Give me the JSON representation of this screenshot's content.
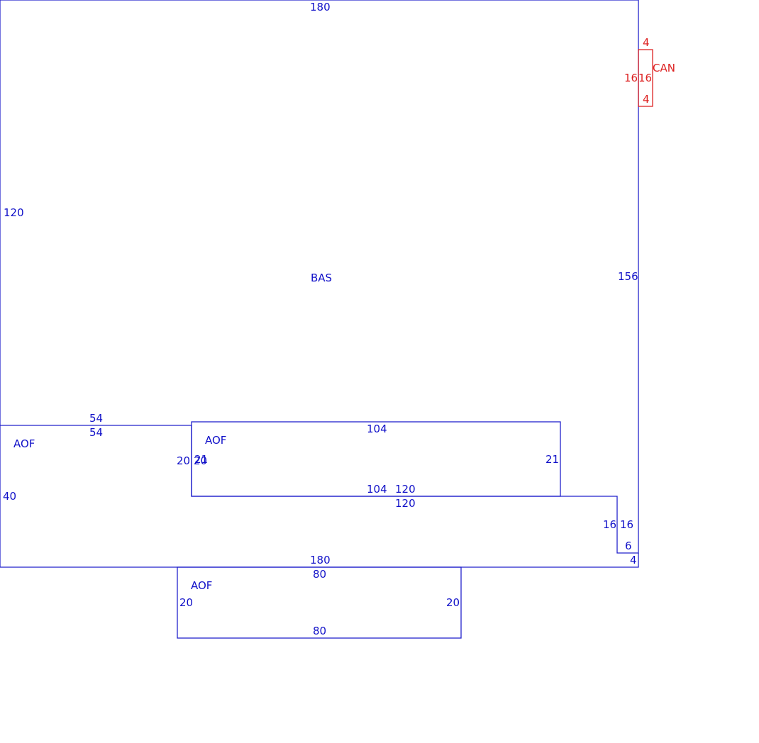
{
  "colors": {
    "main": "#1010c8",
    "main_line": "#2222cc",
    "canopy": "#dd2222"
  },
  "areas": {
    "bas": "BAS",
    "aof_left": "AOF",
    "aof_middle": "AOF",
    "aof_bottom": "AOF",
    "can": "CAN"
  },
  "dims": {
    "bas_top": "180",
    "bas_left": "120",
    "bas_right": "156",
    "bas_bottom": "180",
    "bas_notch_bottom": "4",
    "aof_left_top_outer": "54",
    "aof_left_top_inner": "54",
    "aof_left_left": "40",
    "aof_left_step_a": "20",
    "aof_left_step_b": "20",
    "aof_mid_left": "21",
    "aof_mid_top": "104",
    "aof_mid_right": "21",
    "aof_mid_bottom": "104",
    "ledge_upper": "120",
    "ledge_lower": "120",
    "notch_vertical_a": "16",
    "notch_vertical_b": "16",
    "notch_small": "6",
    "aof_bot_top": "80",
    "aof_bot_left": "20",
    "aof_bot_right": "20",
    "aof_bot_bottom": "80",
    "can_top": "4",
    "can_left_a": "16",
    "can_left_b": "16",
    "can_bottom": "4"
  }
}
